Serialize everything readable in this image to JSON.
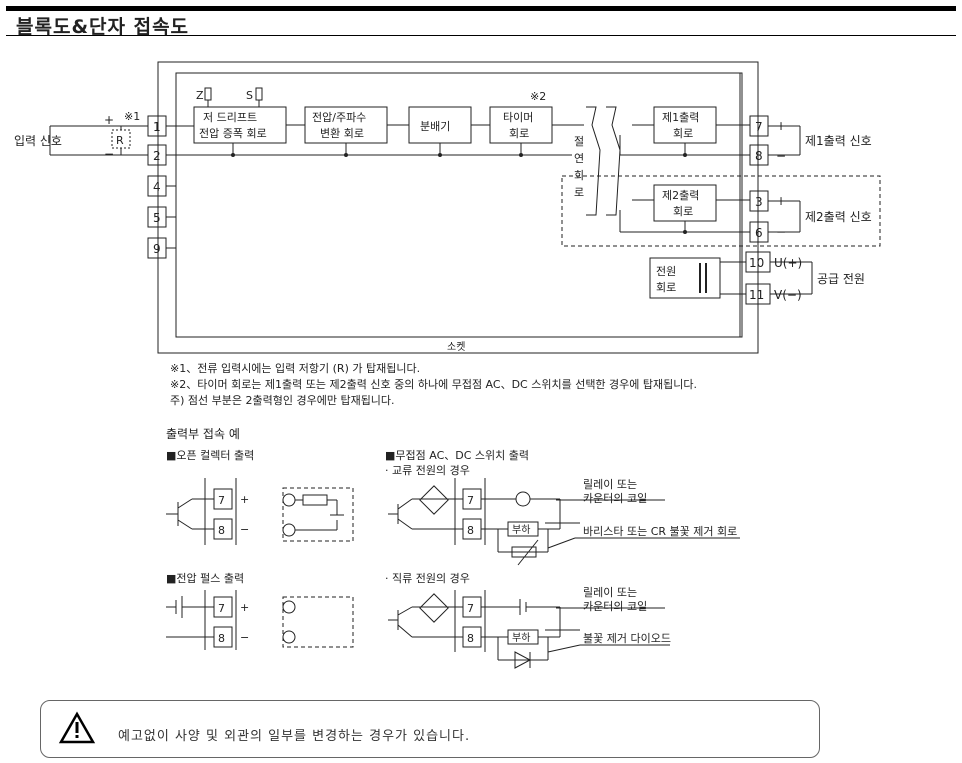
{
  "page": {
    "title": "블록도&단자 접속도"
  },
  "diagram": {
    "input_signal": "입력 신호",
    "note_mark1": "※1",
    "note_mark2": "※2",
    "resistor": "R",
    "plus": "+",
    "minus": "−",
    "terminals": [
      "1",
      "2",
      "4",
      "5",
      "9",
      "7",
      "8",
      "3",
      "6",
      "10",
      "11"
    ],
    "zero_adj": "Z",
    "span_adj": "S",
    "block_drift": [
      "저 드리프트",
      "전압 증폭 회로"
    ],
    "block_vf": [
      "전압/주파수",
      "변환 회로"
    ],
    "block_divider": "분배기",
    "block_timer": [
      "타이머",
      "회로"
    ],
    "block_isolation": [
      "절",
      "연",
      "회",
      "로"
    ],
    "block_out1": [
      "제1출력",
      "회로"
    ],
    "block_out2": [
      "제2출력",
      "회로"
    ],
    "block_power": [
      "전원",
      "회로"
    ],
    "out1_label": "제1출력 신호",
    "out2_label": "제2출력 신호",
    "supply_u": "U(+)",
    "supply_v": "V(−)",
    "supply_label": "공급 전원",
    "socket": "소켓"
  },
  "notes": [
    "※1、전류 입력시에는 입력 저항기 (R) 가 탑재됩니다.",
    "※2、타이머 회로는 제1출력 또는 제2출력 신호 중의 하나에 무접점 AC、DC 스위치를 선택한 경우에 탑재됩니다.",
    "주) 점선 부분은 2출력형인 경우에만 탑재됩니다."
  ],
  "examples": {
    "heading": "출력부 접속 예",
    "open_collector": "■오픈 컬렉터 출력",
    "voltage_pulse": "■전압 펄스 출력",
    "contactless": "■무접점 AC、DC 스위치 출력",
    "ac_case": "· 교류 전원의 경우",
    "dc_case": "· 직류 전원의 경우",
    "relay_coil": [
      "릴레이 또는",
      "카운터의 코일"
    ],
    "varistor": "바리스타 또는 CR 불꽃 제거 회로",
    "diode": "불꽃 제거 다이오드",
    "load": "부하",
    "t7": "7",
    "t8": "8"
  },
  "warning": {
    "text": "예고없이 사양 및 외관의 일부를 변경하는 경우가 있습니다."
  }
}
